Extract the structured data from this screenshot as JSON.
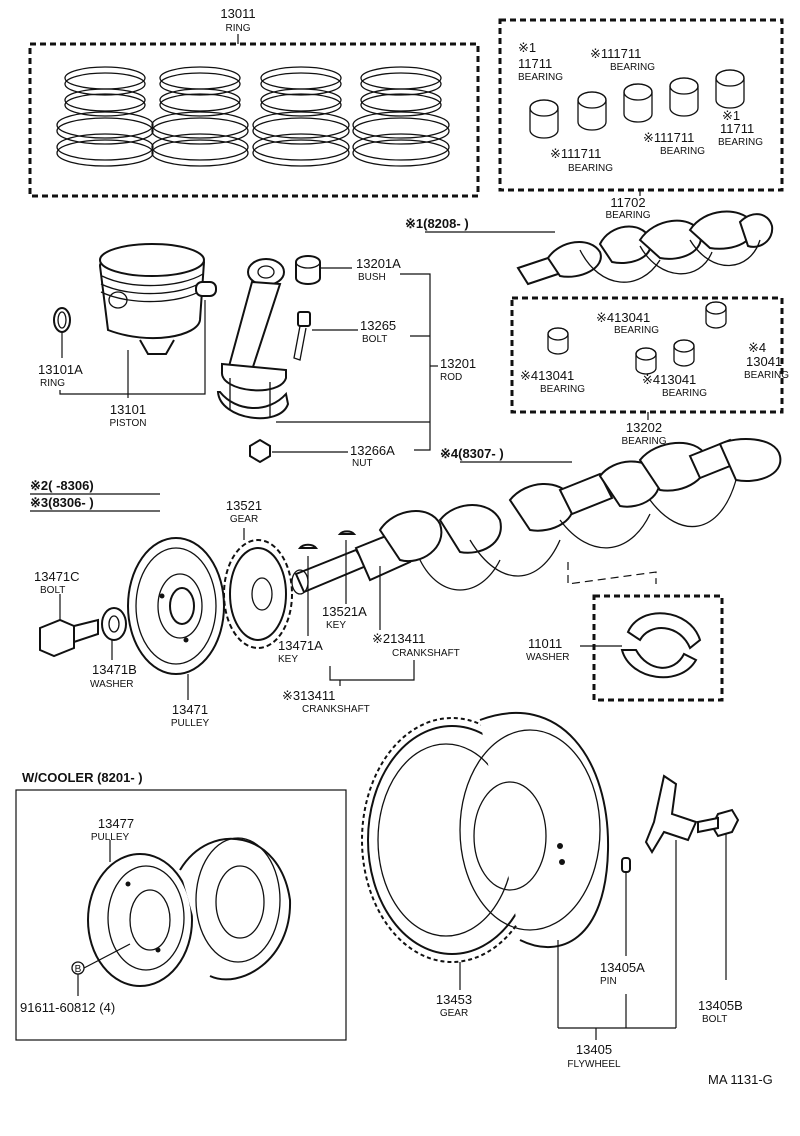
{
  "labels": {
    "ring_13011": {
      "number": "13011",
      "name": "RING"
    },
    "bear_11711_a": {
      "prefix": "※1",
      "number": "11711",
      "name": "BEARING"
    },
    "bear_11711_b": {
      "number": "※111711",
      "name": "BEARING"
    },
    "bear_11711_c": {
      "number": "※111711",
      "name": "BEARING"
    },
    "bear_11711_d": {
      "number": "※111711",
      "name": "BEARING"
    },
    "bear_11711_e": {
      "prefix": "※1",
      "number": "11711",
      "name": "BEARING"
    },
    "bear_11702": {
      "number": "11702",
      "name": "BEARING"
    },
    "note_1": "※1(8208-      )",
    "bush_13201a": {
      "number": "13201A",
      "name": "BUSH"
    },
    "bolt_13265": {
      "number": "13265",
      "name": "BOLT"
    },
    "rod_13201": {
      "number": "13201",
      "name": "ROD"
    },
    "nut_13266a": {
      "number": "13266A",
      "name": "NUT"
    },
    "ring_13101a": {
      "number": "13101A",
      "name": "RING"
    },
    "piston_13101": {
      "number": "13101",
      "name": "PISTON"
    },
    "bear_13041_a": {
      "number": "※413041",
      "name": "BEARING"
    },
    "bear_13041_b": {
      "prefix": "※4",
      "number": "13041",
      "name": "BEARING"
    },
    "bear_13041_c": {
      "number": "※413041",
      "name": "BEARING"
    },
    "bear_13041_d": {
      "number": "※413041",
      "name": "BEARING"
    },
    "bear_13202": {
      "number": "13202",
      "name": "BEARING"
    },
    "note_4": "※4(8307-      )",
    "note_2": "※2(      -8306)",
    "note_3": "※3(8306-      )",
    "gear_13521": {
      "number": "13521",
      "name": "GEAR"
    },
    "bolt_13471c": {
      "number": "13471C",
      "name": "BOLT"
    },
    "key_13521a": {
      "number": "13521A",
      "name": "KEY"
    },
    "key_13471a": {
      "number": "13471A",
      "name": "KEY"
    },
    "crank_213411": {
      "number": "※213411",
      "name": "CRANKSHAFT"
    },
    "crank_313411": {
      "number": "※313411",
      "name": "CRANKSHAFT"
    },
    "washer_11011": {
      "number": "11011",
      "name": "WASHER"
    },
    "washer_13471b": {
      "number": "13471B",
      "name": "WASHER"
    },
    "pulley_13471": {
      "number": "13471",
      "name": "PULLEY"
    },
    "cooler_heading": "W/COOLER (8201-      )",
    "pulley_13477": {
      "number": "13477",
      "name": "PULLEY"
    },
    "bolt_91611": {
      "number": "91611-60812 (4)",
      "callout": "B"
    },
    "gear_13453": {
      "number": "13453",
      "name": "GEAR"
    },
    "pin_13405a": {
      "number": "13405A",
      "name": "PIN"
    },
    "bolt_13405b": {
      "number": "13405B",
      "name": "BOLT"
    },
    "flywheel_13405": {
      "number": "13405",
      "name": "FLYWHEEL"
    },
    "figure_code": "MA 1131-G"
  }
}
